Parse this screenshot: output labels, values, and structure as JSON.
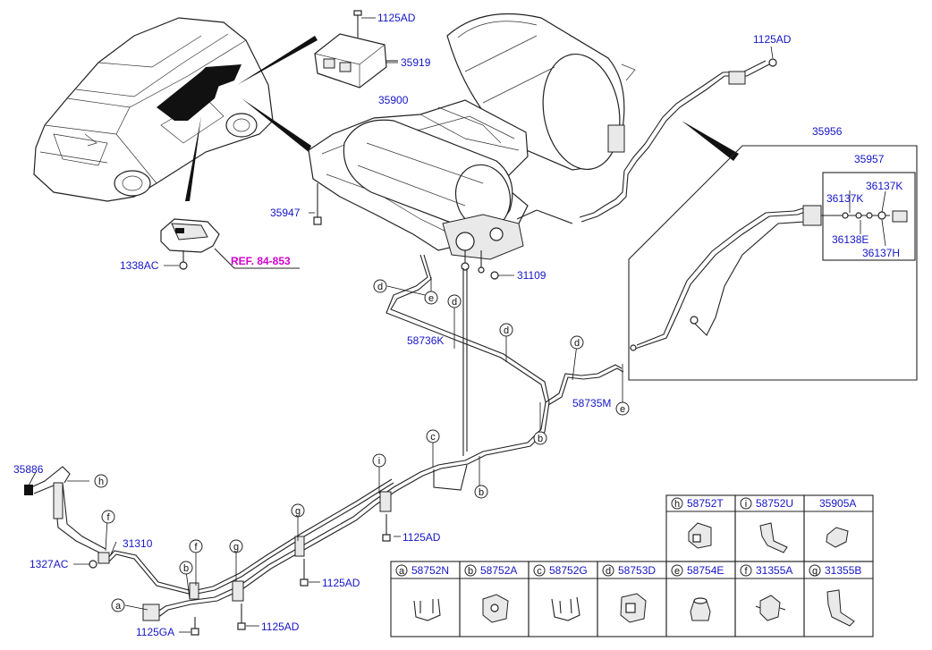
{
  "part_labels": {
    "p1125AD_top": "1125AD",
    "p35919": "35919",
    "p1125AD_tr": "1125AD",
    "p35900": "35900",
    "p35956": "35956",
    "p35957": "35957",
    "p36137K_a": "36137K",
    "p36137K_b": "36137K",
    "p36138E": "36138E",
    "p36137H": "36137H",
    "p35947": "35947",
    "p1338AC": "1338AC",
    "p31109": "31109",
    "p58736K": "58736K",
    "p58735M": "58735M",
    "p35886": "35886",
    "p31310": "31310",
    "p1327AC": "1327AC",
    "p1125AD_mid": "1125AD",
    "p1125AD_low1": "1125AD",
    "p1125AD_low2": "1125AD",
    "p1125GA": "1125GA"
  },
  "ref_label": "REF. 84-853",
  "callout_letters": {
    "d1": "d",
    "e1": "e",
    "d2": "d",
    "d3": "d",
    "d4": "d",
    "e2": "e",
    "b1": "b",
    "c1": "c",
    "b2": "b",
    "h1": "h",
    "i1": "i",
    "f1": "f",
    "g1": "g",
    "f2": "f",
    "g2": "g",
    "b3": "b",
    "a1": "a"
  },
  "legend": {
    "top_row": [
      {
        "letter": "h",
        "part": "58752T"
      },
      {
        "letter": "i",
        "part": "58752U"
      },
      {
        "letter": "",
        "part": "35905A"
      }
    ],
    "bottom_row": [
      {
        "letter": "a",
        "part": "58752N"
      },
      {
        "letter": "b",
        "part": "58752A"
      },
      {
        "letter": "c",
        "part": "58752G"
      },
      {
        "letter": "d",
        "part": "58753D"
      },
      {
        "letter": "e",
        "part": "58754E"
      },
      {
        "letter": "f",
        "part": "31355A"
      },
      {
        "letter": "g",
        "part": "31355B"
      }
    ]
  }
}
